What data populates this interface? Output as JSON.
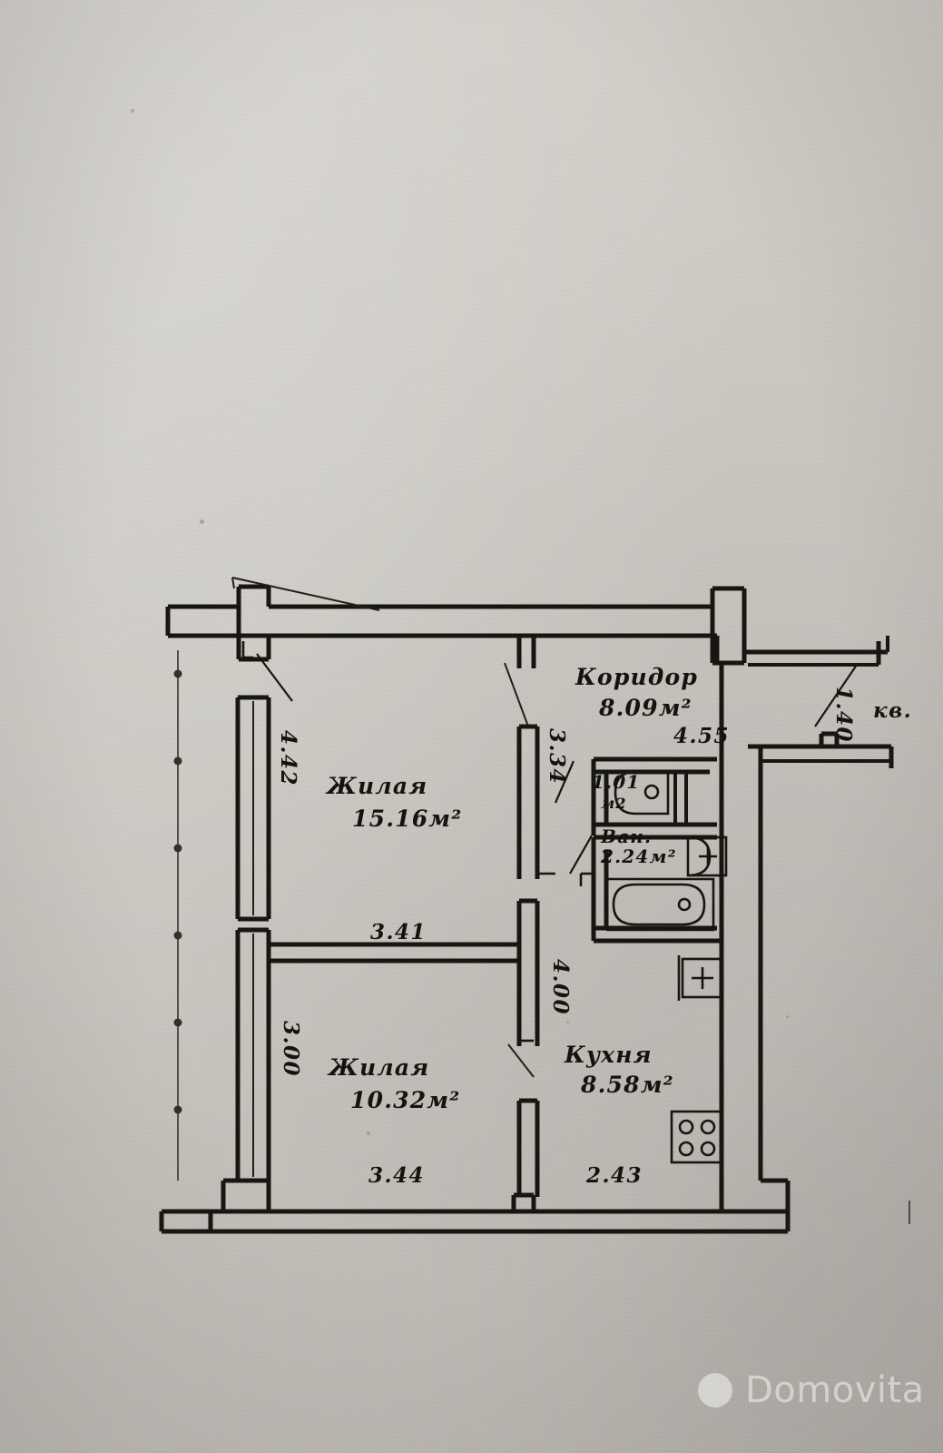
{
  "document": {
    "type": "apartment-floor-plan",
    "language": "ru",
    "title": "Поэтажный план квартиры"
  },
  "rooms": [
    {
      "id": "korridor",
      "name": "Коридор",
      "area": "8.09м²"
    },
    {
      "id": "zhilaya-1",
      "name": "Жилая",
      "area": "15.16м²"
    },
    {
      "id": "zhilaya-2",
      "name": "Жилая",
      "area": "10.32м²"
    },
    {
      "id": "kuhnya",
      "name": "Кухня",
      "area": "8.58м²"
    },
    {
      "id": "tualet",
      "name": "",
      "area": "1.01",
      "area_unit": "м2"
    },
    {
      "id": "vannaya",
      "name": "Ван.",
      "area": "2.24м²"
    }
  ],
  "dimensions": {
    "left_upper_vertical": "4.42",
    "left_lower_vertical": "3.00",
    "middle_upper_vertical": "3.34",
    "middle_lower_vertical": "4.00",
    "corridor_horizontal": "4.55",
    "living_top_horizontal": "3.41",
    "living_bottom_horizontal": "3.44",
    "kitchen_bottom_horizontal": "2.43",
    "balcony_diagonal": "1.40"
  },
  "annotations": {
    "apartment_marker": "кв."
  },
  "watermark": {
    "brand": "Domovita",
    "logo_icon": "circle-dot-icon",
    "color": "#f2f1ef"
  },
  "colors": {
    "paper": "#cdcac4",
    "ink": "#17150f",
    "watermark": "#f2f1ef"
  }
}
